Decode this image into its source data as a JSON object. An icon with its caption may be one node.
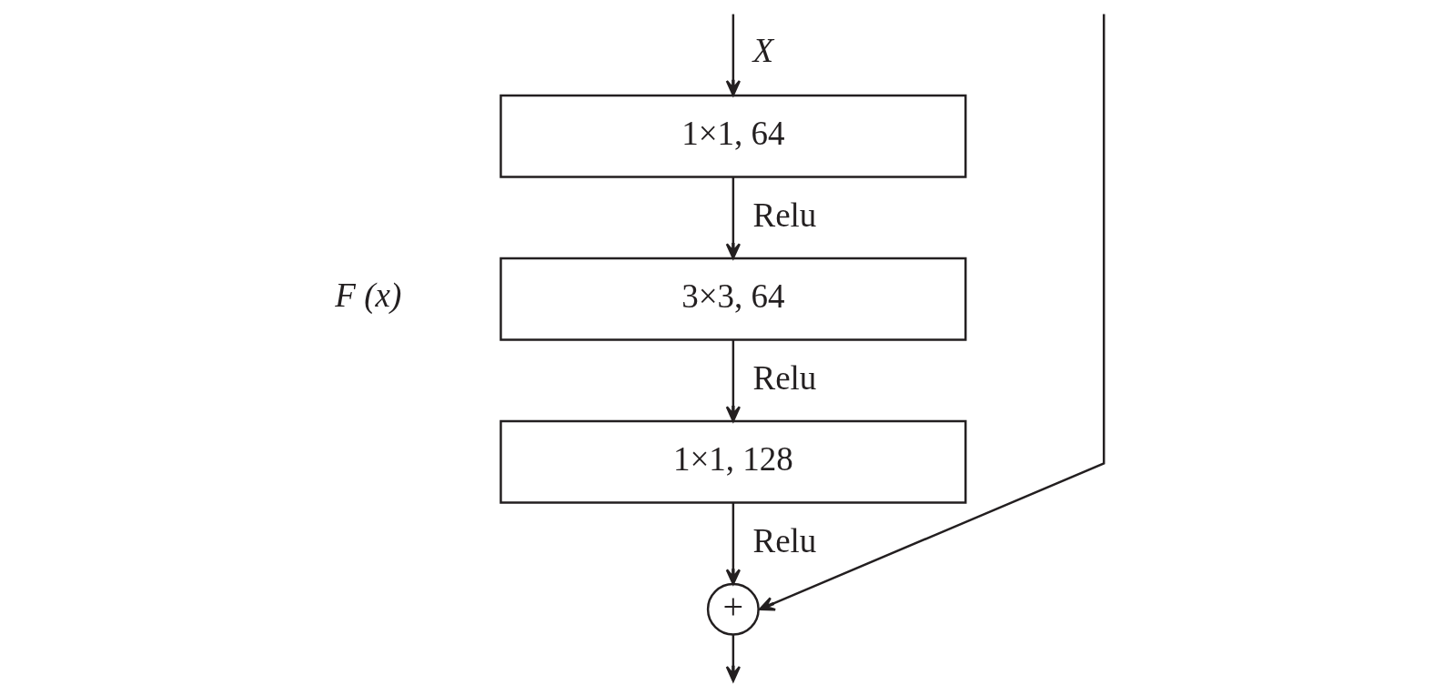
{
  "diagram": {
    "nodes": [
      {
        "text": [
          "1×1, 64"
        ]
      },
      {
        "text": [
          "3×3, 64"
        ]
      },
      {
        "text": [
          "1×1, 128"
        ]
      },
      {
        "text": [
          "+"
        ]
      }
    ],
    "edges": [
      {
        "from": null,
        "to": 0,
        "arrow": "to",
        "label": "X"
      },
      {
        "from": null,
        "to": 3,
        "arrow": "to"
      },
      {
        "from": 0,
        "to": 1,
        "arrow": "to",
        "label": "Relu"
      },
      {
        "from": 1,
        "to": 2,
        "arrow": "to",
        "label": "Relu"
      },
      {
        "from": 2,
        "to": 3,
        "arrow": "to",
        "label": "Relu"
      },
      {
        "from": 3,
        "to": null,
        "arrow": "to"
      }
    ],
    "labels": [
      "F (x)"
    ]
  }
}
